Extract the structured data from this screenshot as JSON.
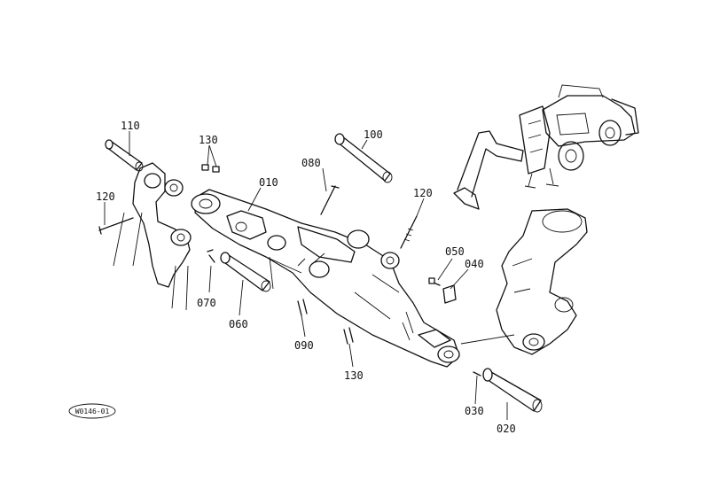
{
  "diagram": {
    "code": "W0146-01",
    "labels": {
      "p010": "010",
      "p020": "020",
      "p030": "030",
      "p040": "040",
      "p050": "050",
      "p060": "060",
      "p070": "070",
      "p080": "080",
      "p090": "090",
      "p100": "100",
      "p110": "110",
      "p120a": "120",
      "p120b": "120",
      "p130a": "130",
      "p130b": "130"
    }
  }
}
